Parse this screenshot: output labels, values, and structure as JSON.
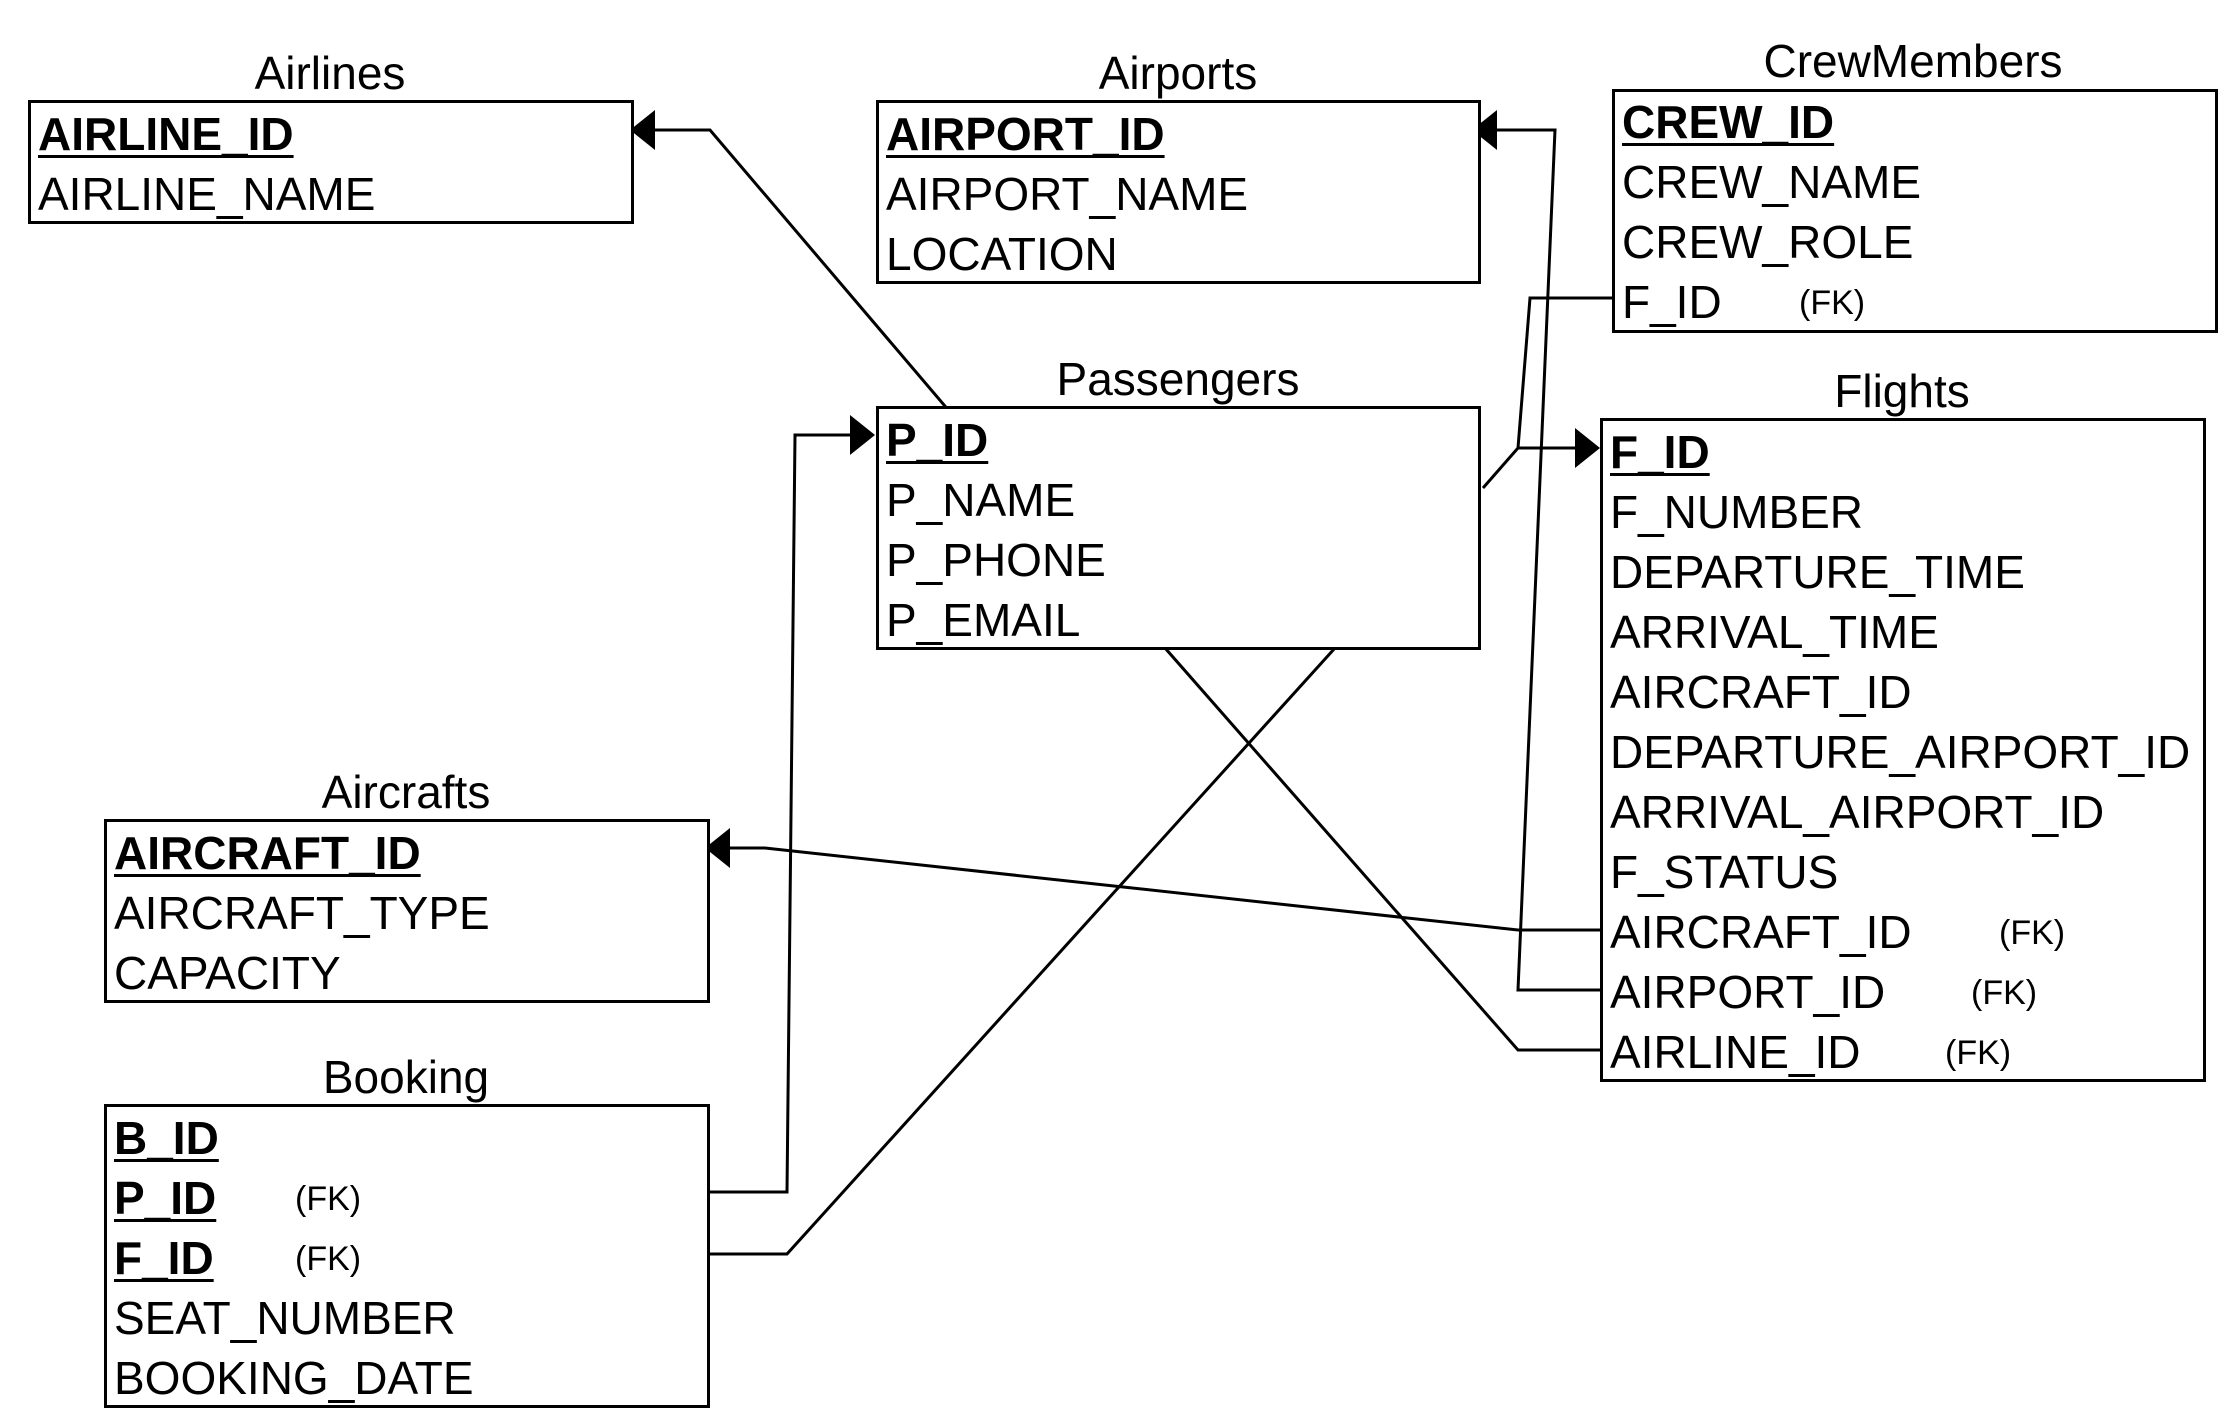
{
  "tables": {
    "airlines": {
      "title": "Airlines",
      "rows": [
        "AIRLINE_ID",
        "AIRLINE_NAME"
      ]
    },
    "airports": {
      "title": "Airports",
      "rows": [
        "AIRPORT_ID",
        "AIRPORT_NAME",
        "LOCATION"
      ]
    },
    "crew": {
      "title": "CrewMembers",
      "rows": [
        "CREW_ID",
        "CREW_NAME",
        "CREW_ROLE",
        "F_ID"
      ],
      "fk": "(FK)"
    },
    "passengers": {
      "title": "Passengers",
      "rows": [
        "P_ID",
        "P_NAME",
        "P_PHONE",
        "P_EMAIL"
      ]
    },
    "flights": {
      "title": "Flights",
      "rows": [
        "F_ID",
        "F_NUMBER",
        "DEPARTURE_TIME",
        "ARRIVAL_TIME",
        "AIRCRAFT_ID",
        "DEPARTURE_AIRPORT_ID",
        "ARRIVAL_AIRPORT_ID",
        "F_STATUS",
        "AIRCRAFT_ID",
        "AIRPORT_ID",
        "AIRLINE_ID"
      ],
      "fk": "(FK)"
    },
    "aircrafts": {
      "title": "Aircrafts",
      "rows": [
        "AIRCRAFT_ID",
        "AIRCRAFT_TYPE",
        "CAPACITY"
      ]
    },
    "booking": {
      "title": "Booking",
      "rows": [
        "B_ID",
        "P_ID",
        "F_ID",
        "SEAT_NUMBER",
        "BOOKING_DATE"
      ],
      "fk": "(FK)"
    }
  }
}
